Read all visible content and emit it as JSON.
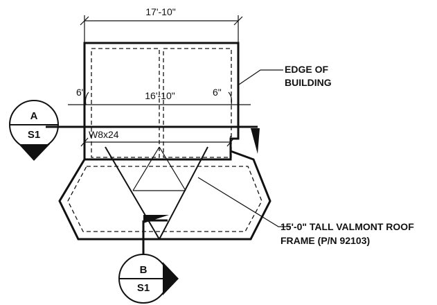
{
  "dimensions": {
    "overall_width": "17'-10\"",
    "inner_width": "16'-10\"",
    "left_offset": "6\"",
    "right_offset": "6\""
  },
  "beam_label": "W8x24",
  "notes": {
    "edge_line1": "EDGE OF",
    "edge_line2": "BUILDING",
    "frame_line1": "15'-0\" TALL VALMONT ROOF",
    "frame_line2": "FRAME (P/N 92103)"
  },
  "section_a": {
    "letter": "A",
    "sheet": "S1"
  },
  "section_b": {
    "letter": "B",
    "sheet": "S1"
  }
}
